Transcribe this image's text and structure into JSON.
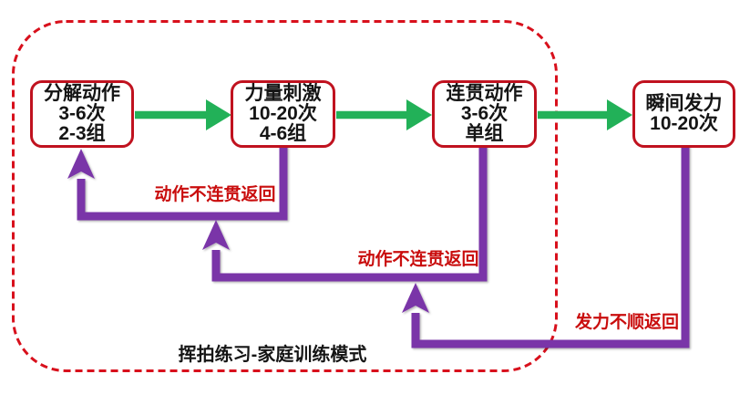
{
  "colors": {
    "flow_arrow_green": "#22B158",
    "return_purple": "#7A35A8",
    "box_border_red": "#C0121F",
    "frame_dash_red": "#D8101C",
    "label_red": "#C90D0D",
    "text_black": "#151515"
  },
  "diagram": {
    "caption": "挥拍练习-家庭训练模式",
    "steps": [
      {
        "id": "step-1",
        "lines": [
          "分解动作",
          "3-6次",
          "2-3组"
        ]
      },
      {
        "id": "step-2",
        "lines": [
          "力量刺激",
          "10-20次",
          "4-6组"
        ]
      },
      {
        "id": "step-3",
        "lines": [
          "连贯动作",
          "3-6次",
          "单组"
        ]
      },
      {
        "id": "step-4",
        "lines": [
          "瞬间发力",
          "10-20次"
        ]
      }
    ],
    "return_labels": [
      "动作不连贯返回",
      "动作不连贯返回",
      "发力不顺返回"
    ]
  }
}
